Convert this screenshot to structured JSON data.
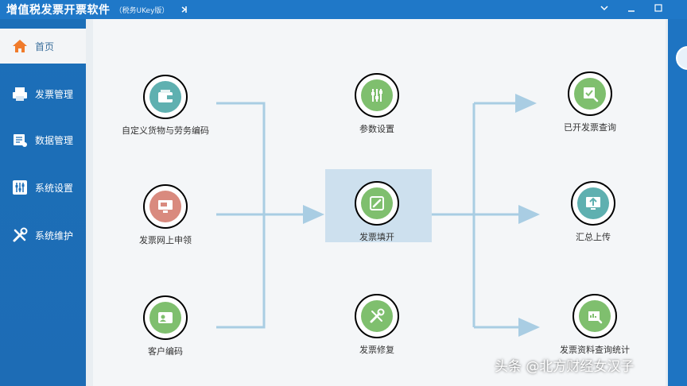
{
  "app": {
    "title": "增值税发票开票软件",
    "edition": "（税务UKey版）"
  },
  "sidebar": {
    "items": [
      {
        "label": "首页",
        "icon": "home-icon",
        "active": true
      },
      {
        "label": "发票管理",
        "icon": "printer-icon",
        "active": false
      },
      {
        "label": "数据管理",
        "icon": "data-icon",
        "active": false
      },
      {
        "label": "系统设置",
        "icon": "sliders-icon",
        "active": false
      },
      {
        "label": "系统维护",
        "icon": "tools-icon",
        "active": false
      }
    ]
  },
  "modules": {
    "custom_goods": {
      "label": "自定义货物与劳务编码",
      "icon": "wallet-icon",
      "color": "teal"
    },
    "online_apply": {
      "label": "发票网上申领",
      "icon": "monitor-card-icon",
      "color": "salmon"
    },
    "customer_code": {
      "label": "客户编码",
      "icon": "contact-card-icon",
      "color": "green"
    },
    "param_settings": {
      "label": "参数设置",
      "icon": "sliders-icon",
      "color": "green"
    },
    "invoice_fill": {
      "label": "发票填开",
      "icon": "pen-icon",
      "color": "green"
    },
    "invoice_repair": {
      "label": "发票修复",
      "icon": "wrench-icon",
      "color": "green"
    },
    "issued_query": {
      "label": "已开发票查询",
      "icon": "search-doc-icon",
      "color": "green"
    },
    "summary_upload": {
      "label": "汇总上传",
      "icon": "upload-icon",
      "color": "teal"
    },
    "data_stats": {
      "label": "发票资料查询统计",
      "icon": "stats-icon",
      "color": "green"
    }
  },
  "watermark": "头条 @北方财经女汉子",
  "colors": {
    "titlebar": "#1f78c8",
    "sidebar": "#1c6fb8",
    "flow_line": "#a9cde3",
    "highlight": "#cde0ee"
  }
}
